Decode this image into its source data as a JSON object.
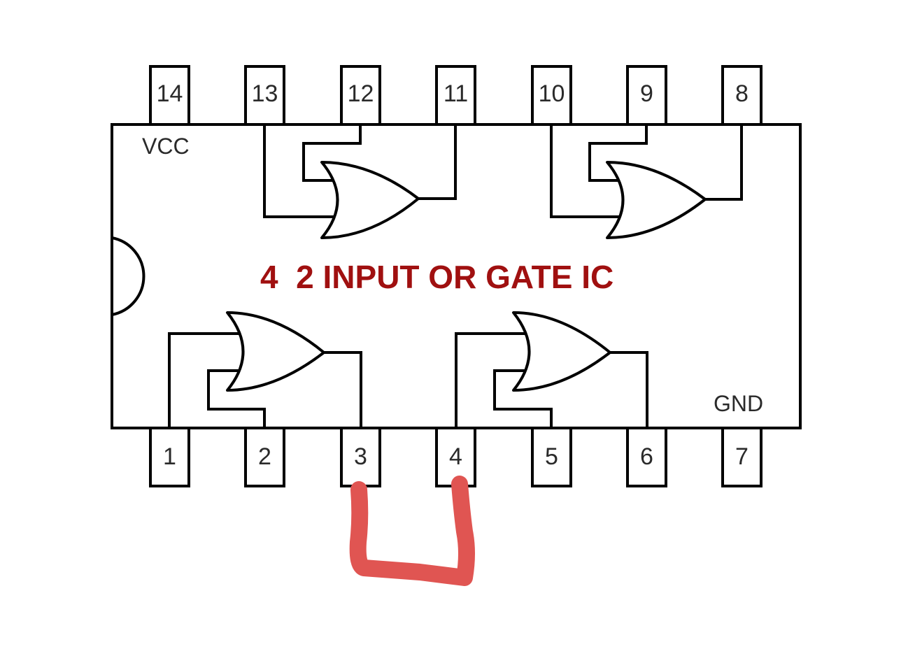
{
  "ic": {
    "title": "4  2 INPUT OR GATE IC",
    "vcc_label": "VCC",
    "gnd_label": "GND",
    "title_color": "#a01010",
    "jumper_color": "#e05552",
    "top_pins": [
      "14",
      "13",
      "12",
      "11",
      "10",
      "9",
      "8"
    ],
    "bottom_pins": [
      "1",
      "2",
      "3",
      "4",
      "5",
      "6",
      "7"
    ],
    "jumper": {
      "from_pin": "3",
      "to_pin": "4"
    }
  }
}
